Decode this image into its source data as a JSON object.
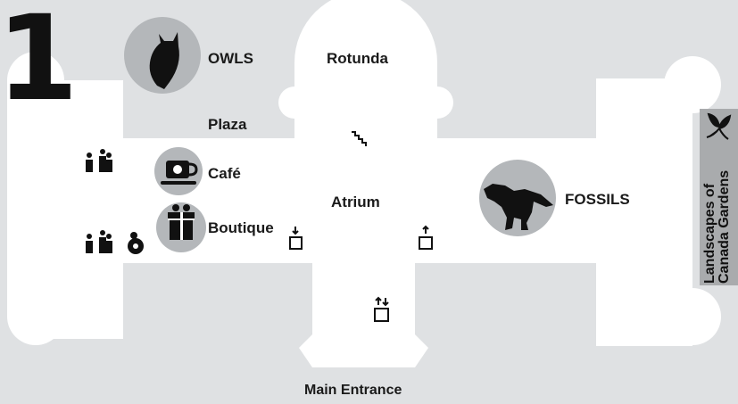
{
  "floor": {
    "number": "1"
  },
  "areas": {
    "owls": "OWLS",
    "rotunda": "Rotunda",
    "plaza": "Plaza",
    "cafe": "Café",
    "boutique": "Boutique",
    "atrium": "Atrium",
    "fossils": "FOSSILS",
    "main_entrance": "Main Entrance"
  },
  "side_tab": {
    "line1": "Landscapes of",
    "line2": "Canada Gardens"
  },
  "icons": {
    "owl": "owl-icon",
    "cafe": "coffee-cup-icon",
    "boutique": "gift-box-icon",
    "dinosaur": "dinosaur-icon",
    "washroom": "family-washroom-icon",
    "baby": "baby-change-icon",
    "stairs": "stairs-icon",
    "elevator_down": "elevator-down-icon",
    "elevator_up": "elevator-up-icon",
    "elevator_accessible": "accessible-elevator-icon",
    "plant": "plant-icon"
  },
  "colors": {
    "background": "#dfe1e3",
    "floor": "#ffffff",
    "icon_circle": "#b4b7ba",
    "text": "#1a1a1a",
    "side_tab": "#a9abad"
  }
}
